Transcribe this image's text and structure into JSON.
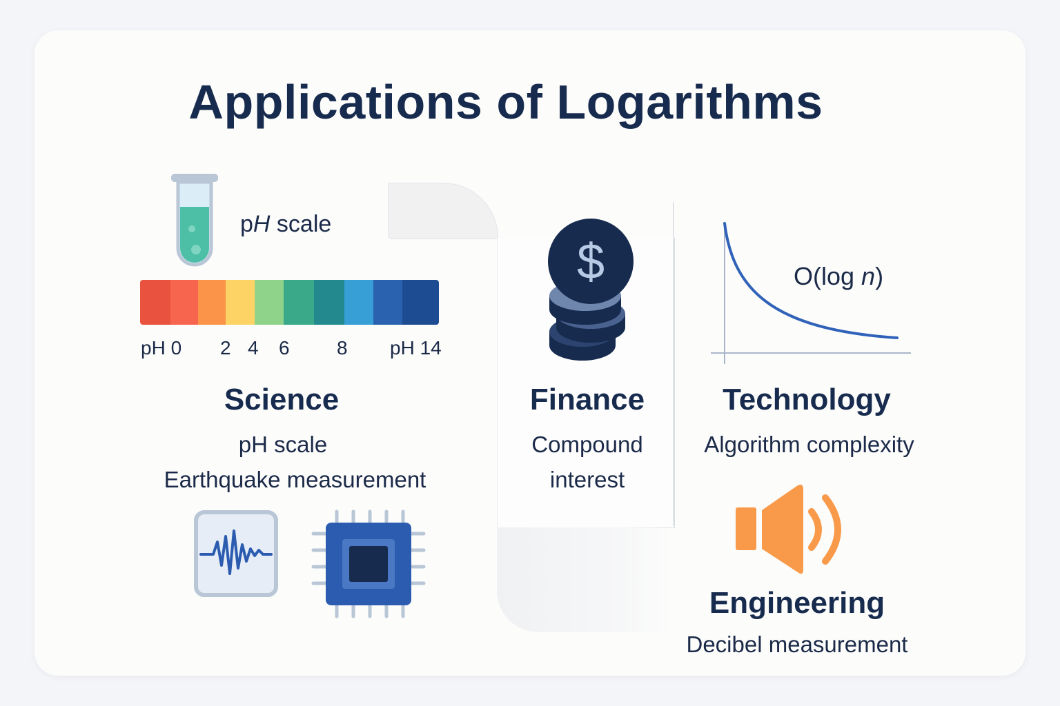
{
  "title": "Applications of Logarithms",
  "science": {
    "ph_label_prefix": "p",
    "ph_label_italic": "H",
    "ph_label_suffix": " scale",
    "scale_colors": [
      "#e8523f",
      "#f7654e",
      "#fb9449",
      "#fdd365",
      "#8fd38a",
      "#3aa98a",
      "#24898f",
      "#379fd6",
      "#2a62b0",
      "#1e4c92"
    ],
    "ticks": [
      "pH 0",
      "2",
      "4",
      "6",
      "8",
      "pH 14"
    ],
    "heading": "Science",
    "items": [
      "pH scale",
      "Earthquake measurement"
    ]
  },
  "finance": {
    "heading": "Finance",
    "items": [
      "Compound",
      "interest"
    ],
    "coin_symbol": "$"
  },
  "technology": {
    "heading": "Technology",
    "item": "Algorithm complexity",
    "notation_prefix": "O(log ",
    "notation_italic": "n",
    "notation_suffix": ")"
  },
  "engineering": {
    "heading": "Engineering",
    "item": "Decibel measurement"
  },
  "colors": {
    "navy": "#172b4e",
    "blue": "#2b5cb0",
    "orange": "#f99a4a",
    "teal": "#4dbfa6"
  },
  "icons": [
    "test-tube-icon",
    "coin-stack-icon",
    "log-curve-icon",
    "speaker-icon",
    "seismograph-icon",
    "microchip-icon"
  ]
}
